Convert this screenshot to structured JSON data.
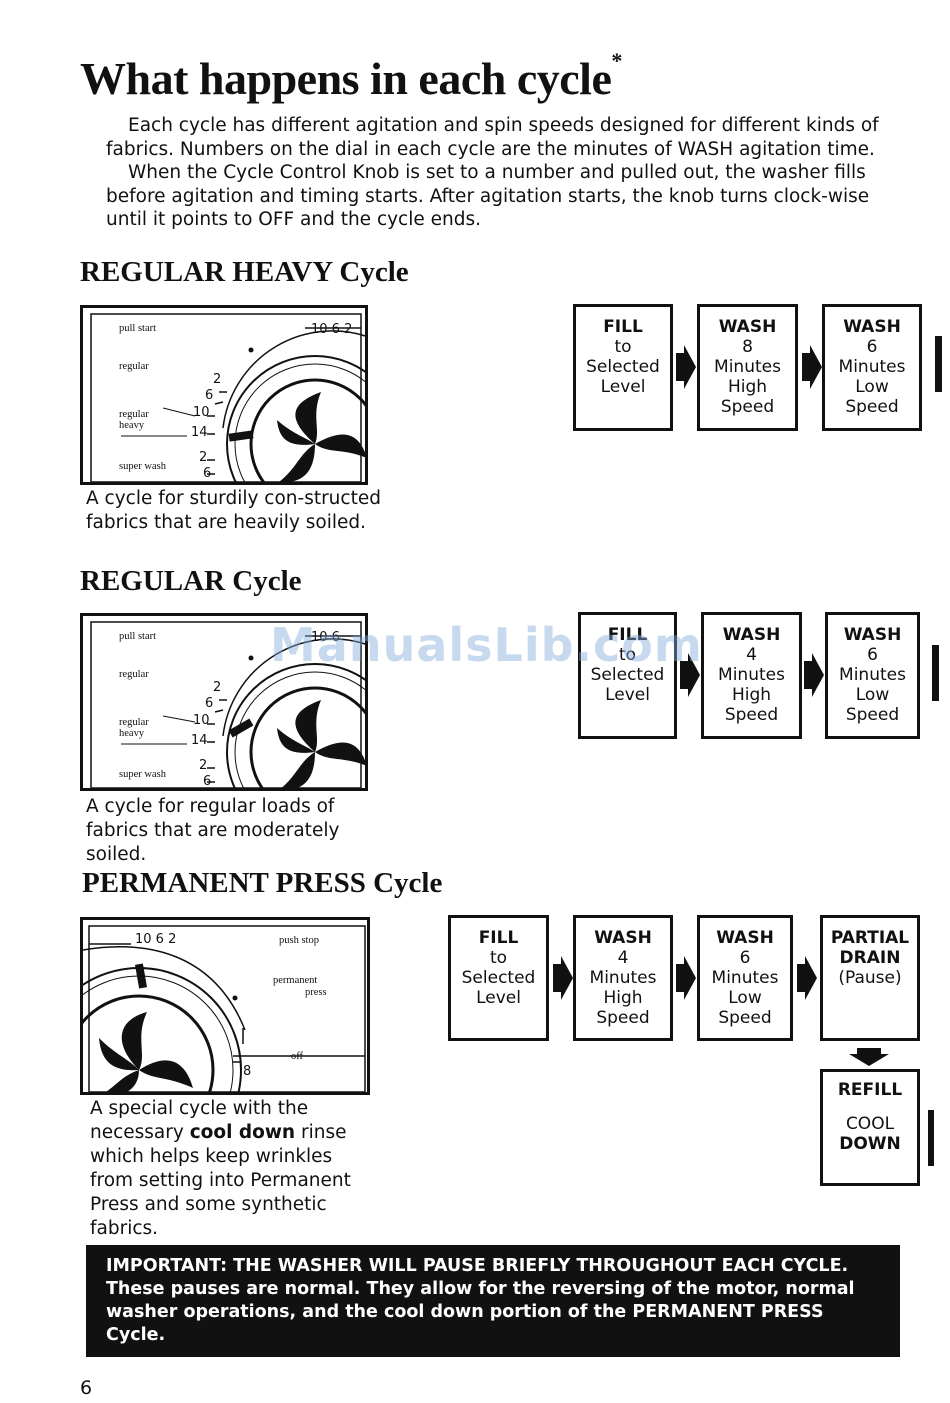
{
  "title": "What happens in each cycle",
  "title_mark": "*",
  "intro": {
    "p1": "Each cycle has different agitation and spin speeds designed for different kinds of fabrics. Numbers on the dial in each cycle are the minutes of WASH agitation time.",
    "p2": "When the Cycle Control Knob is set to a number and pulled out, the washer fills before agitation and timing starts. After agitation starts, the knob turns clock-wise until it points to OFF and the cycle ends."
  },
  "watermark": "ManualsLib.com",
  "sections": [
    {
      "heading": "REGULAR HEAVY Cycle",
      "description": "A cycle for sturdily con-structed fabrics that are heavily soiled.",
      "dial": {
        "pull_start": "pull start",
        "regular": "regular",
        "regular_heavy_1": "regular",
        "regular_heavy_2": "heavy",
        "super_wash": "super wash",
        "n2": "2",
        "n6": "6",
        "n10": "10",
        "n14": "14",
        "n2b": "2",
        "n6b": "6",
        "top": "10 6 2"
      },
      "steps": [
        {
          "lines": [
            "FILL",
            "to",
            "Selected",
            "Level"
          ]
        },
        {
          "lines": [
            "WASH",
            "8",
            "Minutes",
            "High",
            "Speed"
          ]
        },
        {
          "lines": [
            "WASH",
            "6",
            "Minutes",
            "Low",
            "Speed"
          ]
        }
      ]
    },
    {
      "heading": "REGULAR Cycle",
      "description": "A cycle for regular loads of fabrics that are moderately soiled.",
      "dial": {
        "pull_start": "pull start",
        "regular": "regular",
        "regular_heavy_1": "regular",
        "regular_heavy_2": "heavy",
        "super_wash": "super wash",
        "n2": "2",
        "n6": "6",
        "n10": "10",
        "n14": "14",
        "n2b": "2",
        "n6b": "6",
        "top": "10 6"
      },
      "steps": [
        {
          "lines": [
            "FILL",
            "to",
            "Selected",
            "Level"
          ]
        },
        {
          "lines": [
            "WASH",
            "4",
            "Minutes",
            "High",
            "Speed"
          ]
        },
        {
          "lines": [
            "WASH",
            "6",
            "Minutes",
            "Low",
            "Speed"
          ]
        }
      ]
    },
    {
      "heading": "PERMANENT PRESS Cycle",
      "description_pre": "A special cycle with the necessary ",
      "description_bold": "cool down",
      "description_post": " rinse which helps keep wrinkles from setting into Permanent Press and some synthetic fabrics.",
      "dial": {
        "push_stop": "push stop",
        "permanent": "permanent",
        "press": "press",
        "off": "off",
        "top": "10 6 2",
        "n8": "8"
      },
      "steps": [
        {
          "lines": [
            "FILL",
            "to",
            "Selected",
            "Level"
          ]
        },
        {
          "lines": [
            "WASH",
            "4",
            "Minutes",
            "High",
            "Speed"
          ]
        },
        {
          "lines": [
            "WASH",
            "6",
            "Minutes",
            "Low",
            "Speed"
          ]
        },
        {
          "lines": [
            "PARTIAL",
            "DRAIN",
            "(Pause)"
          ]
        },
        {
          "lines": [
            "REFILL",
            "",
            "COOL",
            "DOWN"
          ]
        }
      ]
    }
  ],
  "important": "IMPORTANT: THE WASHER WILL PAUSE BRIEFLY THROUGHOUT EACH CYCLE. These pauses are normal. They allow for the reversing of the motor, normal washer operations, and the cool down portion of the PERMANENT PRESS Cycle.",
  "page_number": "6"
}
